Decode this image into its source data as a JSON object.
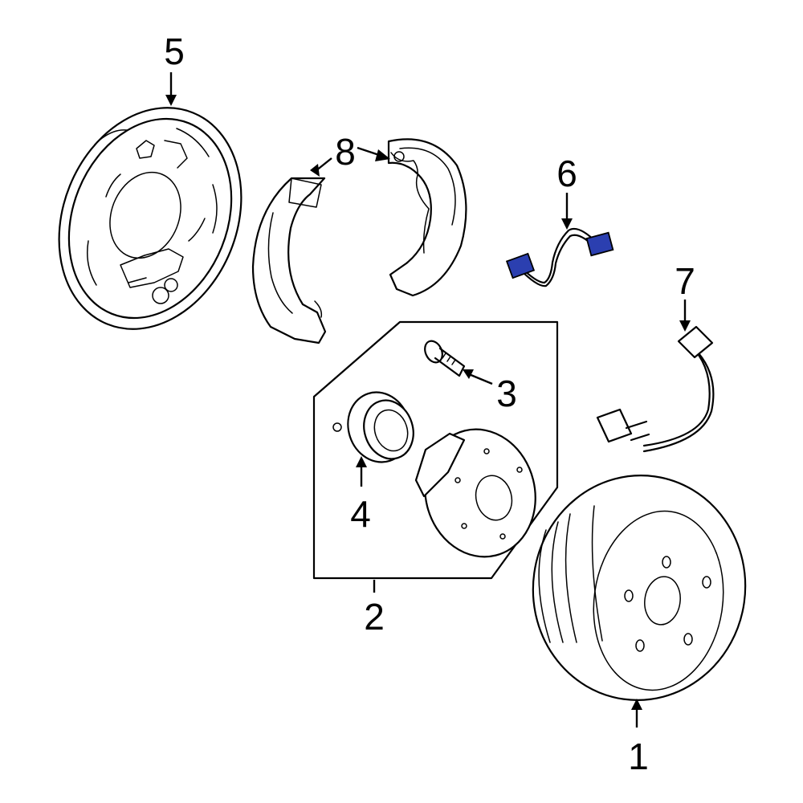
{
  "callouts": [
    {
      "id": "1",
      "label": "1"
    },
    {
      "id": "2",
      "label": "2"
    },
    {
      "id": "3",
      "label": "3"
    },
    {
      "id": "4",
      "label": "4"
    },
    {
      "id": "5",
      "label": "5"
    },
    {
      "id": "6",
      "label": "6"
    },
    {
      "id": "7",
      "label": "7"
    },
    {
      "id": "8",
      "label": "8"
    }
  ],
  "colors": {
    "line": "#000000",
    "background": "#ffffff",
    "connector_highlight": "#2b3fb0"
  }
}
